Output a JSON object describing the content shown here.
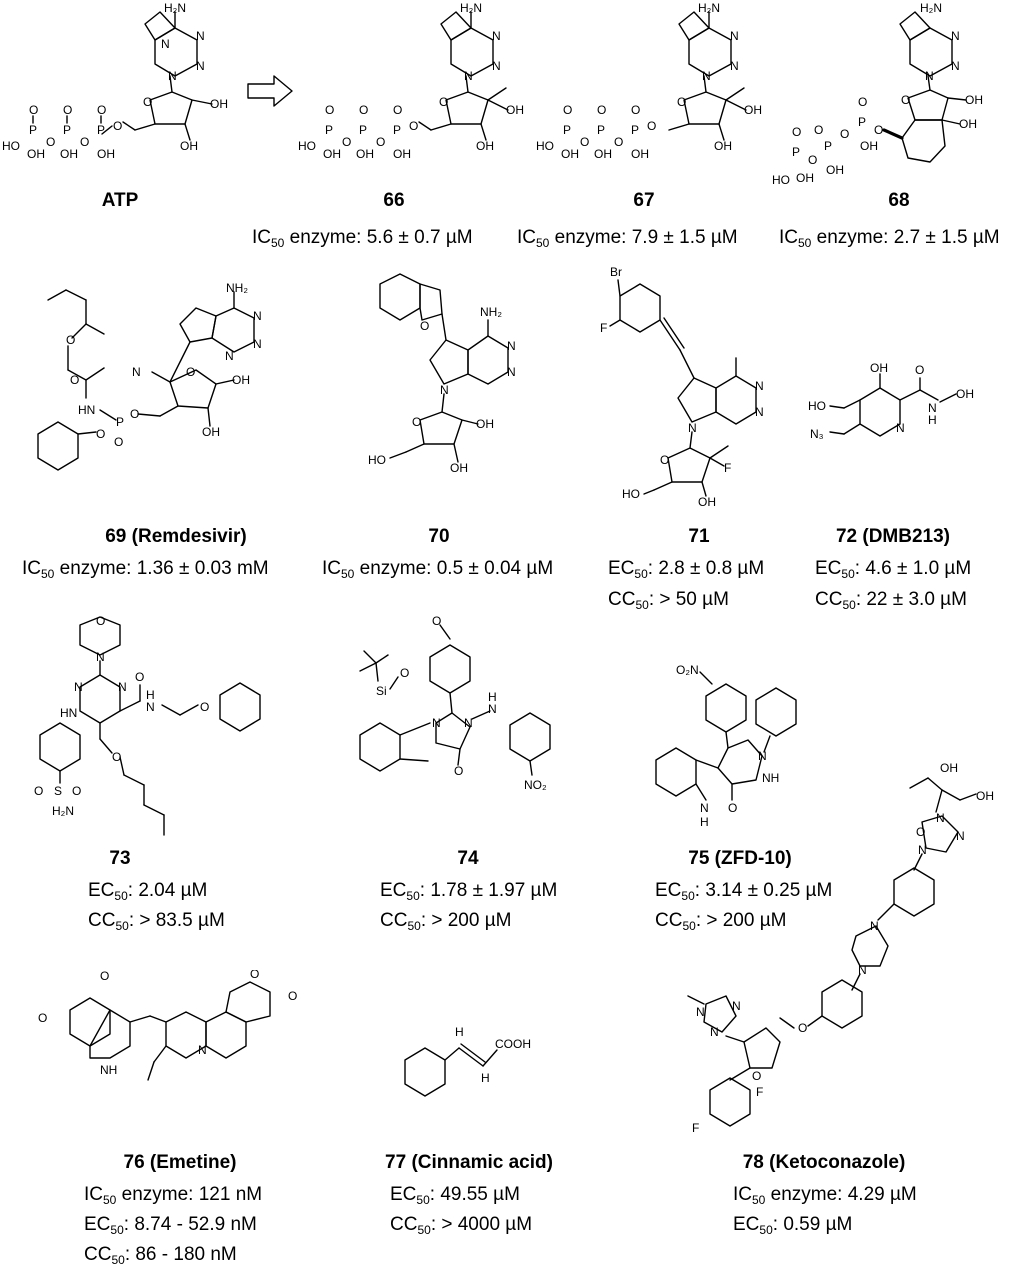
{
  "compounds": [
    {
      "id": "atp",
      "label": "ATP",
      "activity": []
    },
    {
      "id": "c66",
      "label": "66",
      "activity": [
        {
          "kind": "IC",
          "sub": "50",
          "text": " enzyme: 5.6 ± 0.7 µM"
        }
      ]
    },
    {
      "id": "c67",
      "label": "67",
      "activity": [
        {
          "kind": "IC",
          "sub": "50",
          "text": " enzyme: 7.9 ± 1.5 µM"
        }
      ]
    },
    {
      "id": "c68",
      "label": "68",
      "activity": [
        {
          "kind": "IC",
          "sub": "50",
          "text": " enzyme: 2.7 ± 1.5 µM"
        }
      ]
    },
    {
      "id": "c69",
      "label": "69 (Remdesivir)",
      "activity": [
        {
          "kind": "IC",
          "sub": "50",
          "text": " enzyme: 1.36 ± 0.03 mM"
        }
      ]
    },
    {
      "id": "c70",
      "label": "70",
      "activity": [
        {
          "kind": "IC",
          "sub": "50",
          "text": " enzyme: 0.5 ± 0.04 µM"
        }
      ]
    },
    {
      "id": "c71",
      "label": "71",
      "activity": [
        {
          "kind": "EC",
          "sub": "50",
          "text": ": 2.8 ± 0.8 µM"
        },
        {
          "kind": "CC",
          "sub": "50",
          "text": ": > 50 µM"
        }
      ]
    },
    {
      "id": "c72",
      "label": "72 (DMB213)",
      "activity": [
        {
          "kind": "EC",
          "sub": "50",
          "text": ": 4.6 ± 1.0 µM"
        },
        {
          "kind": "CC",
          "sub": "50",
          "text": ": 22 ± 3.0 µM"
        }
      ]
    },
    {
      "id": "c73",
      "label": "73",
      "activity": [
        {
          "kind": "EC",
          "sub": "50",
          "text": ": 2.04 µM"
        },
        {
          "kind": "CC",
          "sub": "50",
          "text": ": > 83.5 µM"
        }
      ]
    },
    {
      "id": "c74",
      "label": "74",
      "activity": [
        {
          "kind": "EC",
          "sub": "50",
          "text": ": 1.78 ± 1.97 µM"
        },
        {
          "kind": "CC",
          "sub": "50",
          "text": ": > 200 µM"
        }
      ]
    },
    {
      "id": "c75",
      "label": "75 (ZFD-10)",
      "activity": [
        {
          "kind": "EC",
          "sub": "50",
          "text": ": 3.14 ± 0.25 µM"
        },
        {
          "kind": "CC",
          "sub": "50",
          "text": ": > 200 µM"
        }
      ]
    },
    {
      "id": "c76",
      "label": "76 (Emetine)",
      "activity": [
        {
          "kind": "IC",
          "sub": "50",
          "text": " enzyme: 121 nM"
        },
        {
          "kind": "EC",
          "sub": "50",
          "text": ": 8.74 - 52.9 nM"
        },
        {
          "kind": "CC",
          "sub": "50",
          "text": ": 86 - 180 nM"
        }
      ]
    },
    {
      "id": "c77",
      "label": "77 (Cinnamic acid)",
      "activity": [
        {
          "kind": "EC",
          "sub": "50",
          "text": ": 49.55 µM"
        },
        {
          "kind": "CC",
          "sub": "50",
          "text": ": > 4000 µM"
        }
      ]
    },
    {
      "id": "c78",
      "label": "78 (Ketoconazole)",
      "activity": [
        {
          "kind": "IC",
          "sub": "50",
          "text": " enzyme: 4.29 µM"
        },
        {
          "kind": "EC",
          "sub": "50",
          "text": ": 0.59 µM"
        }
      ]
    }
  ],
  "atoms": {
    "nh2": "H₂N",
    "nh2r": "NH₂",
    "n": "N",
    "o": "O",
    "p": "P",
    "oh": "OH",
    "ho": "HO",
    "hn": "HN",
    "nh": "NH",
    "h": "H",
    "s": "S",
    "si": "Si",
    "br": "Br",
    "f": "F",
    "n3": "N₃",
    "no2": "NO₂",
    "o2n": "O₂N",
    "cooh": "COOH"
  }
}
